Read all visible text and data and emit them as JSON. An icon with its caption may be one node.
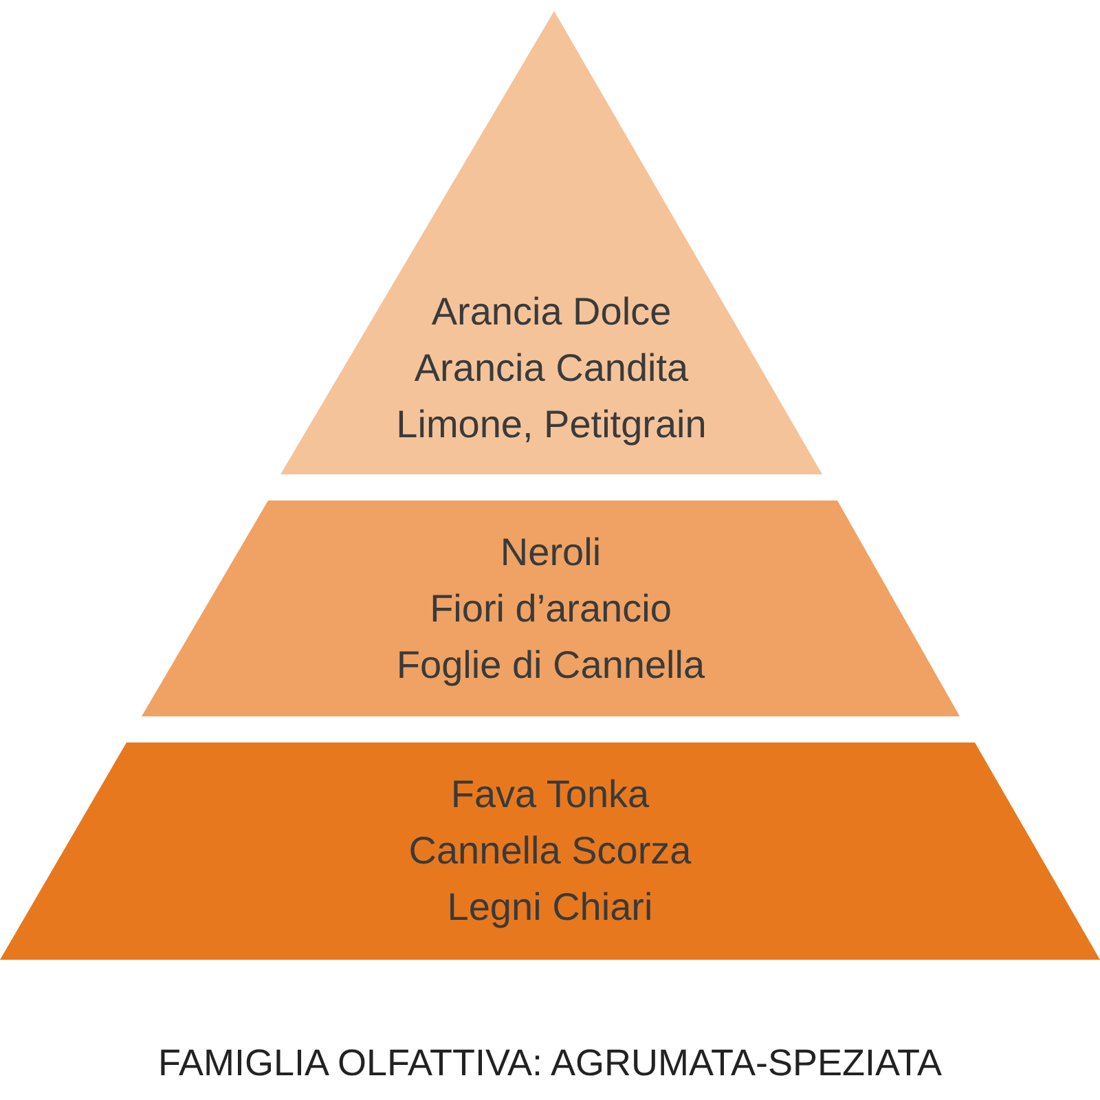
{
  "diagram": {
    "caption": "FAMIGLIA OLFATTIVA: AGRUMATA-SPEZIATA",
    "nodes": [
      {
        "text": [
          "Arancia Dolce",
          "Arancia Candita",
          "Limone, Petitgrain"
        ]
      },
      {
        "text": [
          "Neroli",
          "Fiori d’arancio",
          "Foglie di Cannella"
        ]
      },
      {
        "text": [
          "Fava Tonka",
          "Cannella Scorza",
          "Legni Chiari"
        ]
      }
    ]
  }
}
